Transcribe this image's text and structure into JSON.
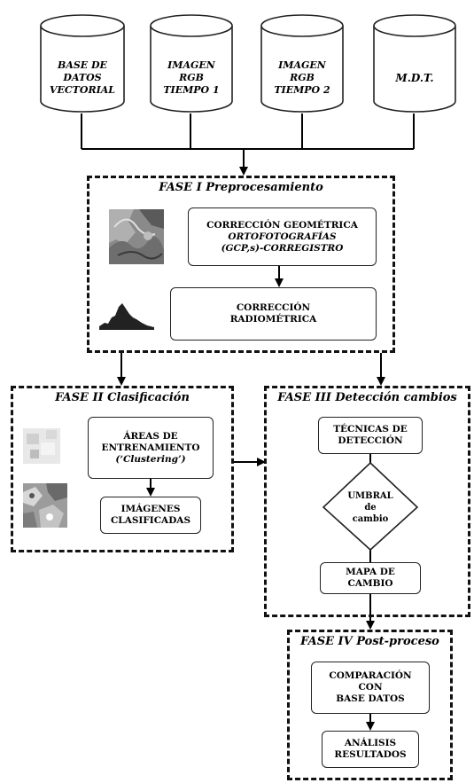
{
  "databases": [
    {
      "lines": [
        "BASE DE",
        "DATOS",
        "VECTORIAL"
      ]
    },
    {
      "lines": [
        "IMAGEN",
        "RGB",
        "TIEMPO 1"
      ]
    },
    {
      "lines": [
        "IMAGEN",
        "RGB",
        "TIEMPO 2"
      ]
    },
    {
      "lines": [
        "M.D.T."
      ]
    }
  ],
  "phase1": {
    "title": "FASE I Preprocesamiento",
    "geometric": {
      "line1": "CORRECCIÓN GEOMÉTRICA",
      "line2": "ORTOFOTOGRAFÍAS",
      "line3": "(GCP,s)-CORREGISTRO"
    },
    "radiometric": {
      "line1": "CORRECCIÓN",
      "line2": "RADIOMÉTRICA"
    }
  },
  "phase2": {
    "title": "FASE II Clasificación",
    "training": {
      "line1": "ÁREAS DE",
      "line2": "ENTRENAMIENTO",
      "line3": "(‘Clustering’)"
    },
    "classified": {
      "line1": "IMÁGENES",
      "line2": "CLASIFICADAS"
    }
  },
  "phase3": {
    "title": "FASE III Detección cambios",
    "techniques": {
      "line1": "TÉCNICAS DE",
      "line2": "DETECCIÓN"
    },
    "threshold": {
      "line1": "UMBRAL",
      "line2": "de",
      "line3": "cambio"
    },
    "map": {
      "line1": "MAPA DE",
      "line2": "CAMBIO"
    }
  },
  "phase4": {
    "title": "FASE IV Post-proceso",
    "comparison": {
      "line1": "COMPARACIÓN",
      "line2": "CON",
      "line3": "BASE DATOS"
    },
    "analysis": {
      "line1": "ANÁLISIS",
      "line2": "RESULTADOS"
    }
  }
}
